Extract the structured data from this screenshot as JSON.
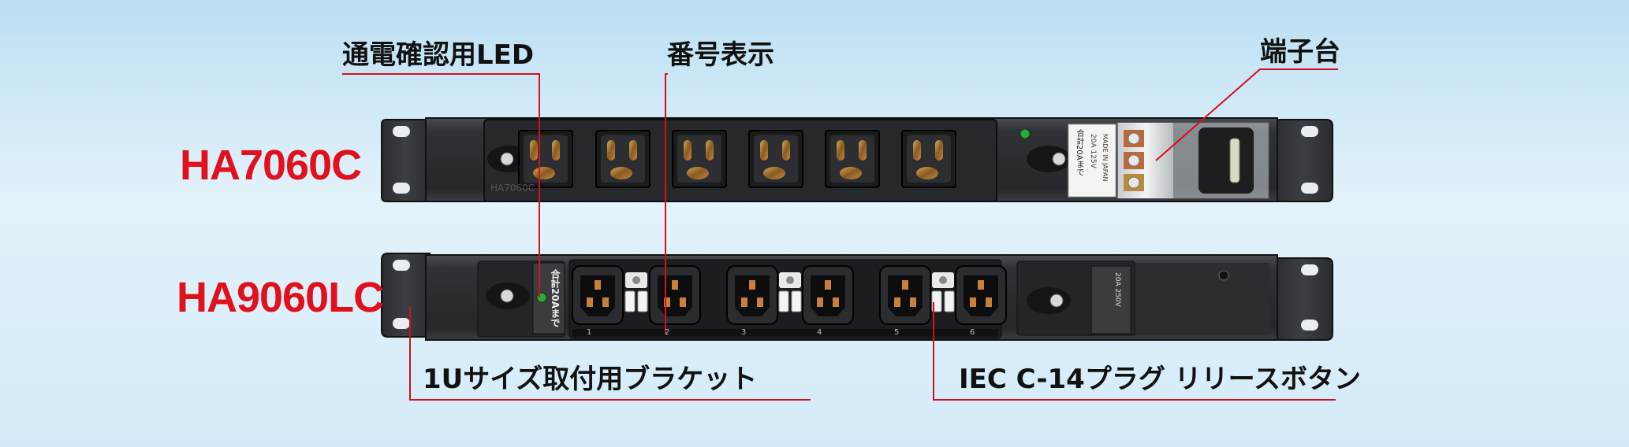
{
  "models": {
    "top": "HA7060C",
    "bottom": "HA9060LC"
  },
  "callouts": {
    "led": "通電確認用LED",
    "number": "番号表示",
    "terminal": "端子台",
    "bracket": "1Uサイズ取付用ブラケット",
    "release": "IEC C-14プラグ リリースボタン"
  },
  "device_labels": {
    "top_rating": "合計20Aまで",
    "bottom_rating": "合計20Aまで",
    "top_spec": "20A 125V",
    "made_in": "MADE IN JAPAN",
    "bottom_spec": "20A 250V",
    "top_model_small": "HA7060C",
    "outlet_numbers": [
      "1",
      "2",
      "3",
      "4",
      "5",
      "6"
    ]
  },
  "colors": {
    "model_red": "#e0101c",
    "leader_red": "#d4101c",
    "body_dark": "#2a2c30"
  }
}
